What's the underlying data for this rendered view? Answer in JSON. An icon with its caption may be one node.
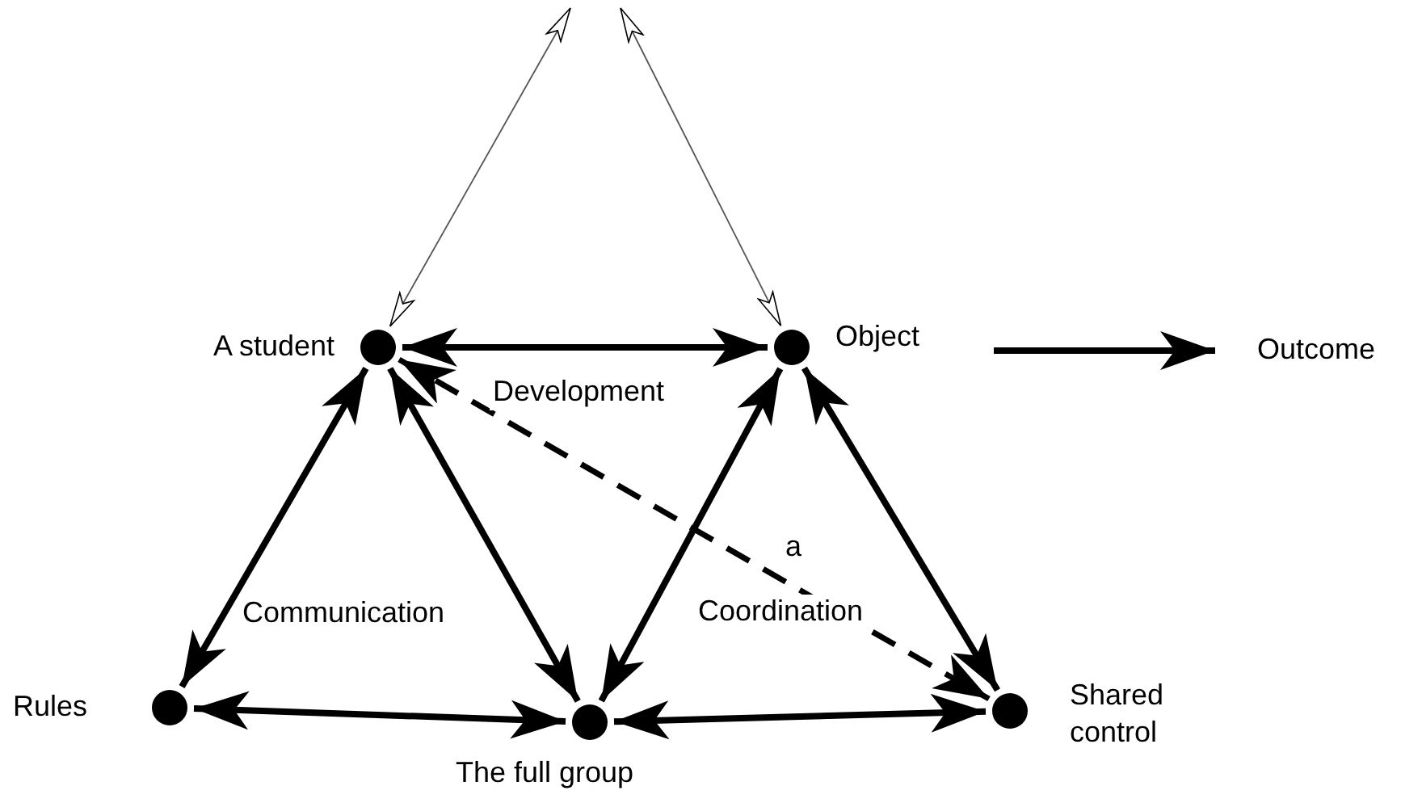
{
  "diagram": {
    "nodes": [
      {
        "text": [],
        "shape": "circle",
        "beside": [
          "A student"
        ]
      },
      {
        "text": [],
        "shape": "circle",
        "beside": [
          "Object"
        ]
      },
      {
        "text": [
          "Outcome"
        ]
      },
      {
        "text": [],
        "shape": "circle",
        "beside": [
          "Rules"
        ]
      },
      {
        "text": [],
        "shape": "circle",
        "beside": [
          "The full group"
        ]
      },
      {
        "text": [],
        "shape": "circle",
        "beside": [
          "Shared control"
        ]
      }
    ],
    "edges": [
      {
        "from": null,
        "to": 0,
        "arrow": "both",
        "color": "#555555"
      },
      {
        "from": null,
        "to": 1,
        "arrow": "both",
        "color": "#555555"
      },
      {
        "from": 0,
        "to": 1,
        "arrow": "both"
      },
      {
        "from": 0,
        "to": 3,
        "arrow": "both"
      },
      {
        "from": 0,
        "to": 4,
        "arrow": "both"
      },
      {
        "from": 0,
        "to": 5,
        "arrow": "both",
        "style": "dashed"
      },
      {
        "from": 1,
        "to": 4,
        "arrow": "both"
      },
      {
        "from": 1,
        "to": 5,
        "arrow": "both"
      },
      {
        "from": 3,
        "to": 4,
        "arrow": "both"
      },
      {
        "from": 4,
        "to": 5,
        "arrow": "both"
      },
      {
        "from": 1,
        "to": 2,
        "arrow": "to"
      }
    ],
    "labels": [
      "Development",
      "Communication",
      "a",
      "Coordination"
    ]
  }
}
